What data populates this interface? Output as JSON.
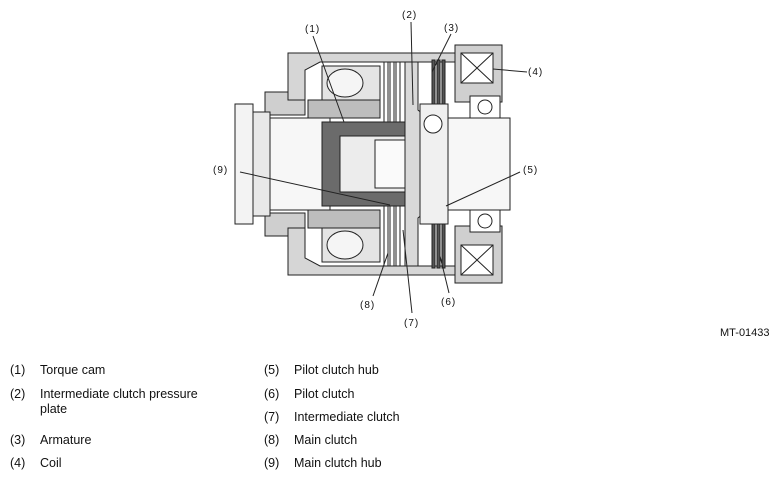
{
  "figure_code": "MT-01433",
  "callouts": [
    "(1)",
    "(2)",
    "(3)",
    "(4)",
    "(5)",
    "(6)",
    "(7)",
    "(8)",
    "(9)"
  ],
  "legend": [
    {
      "num": "(1)",
      "label": "Torque cam"
    },
    {
      "num": "(2)",
      "label": "Intermediate clutch pressure plate"
    },
    {
      "num": "(3)",
      "label": "Armature"
    },
    {
      "num": "(4)",
      "label": "Coil"
    },
    {
      "num": "(5)",
      "label": "Pilot clutch hub"
    },
    {
      "num": "(6)",
      "label": "Pilot clutch"
    },
    {
      "num": "(7)",
      "label": "Intermediate clutch"
    },
    {
      "num": "(8)",
      "label": "Main clutch"
    },
    {
      "num": "(9)",
      "label": "Main clutch hub"
    }
  ]
}
